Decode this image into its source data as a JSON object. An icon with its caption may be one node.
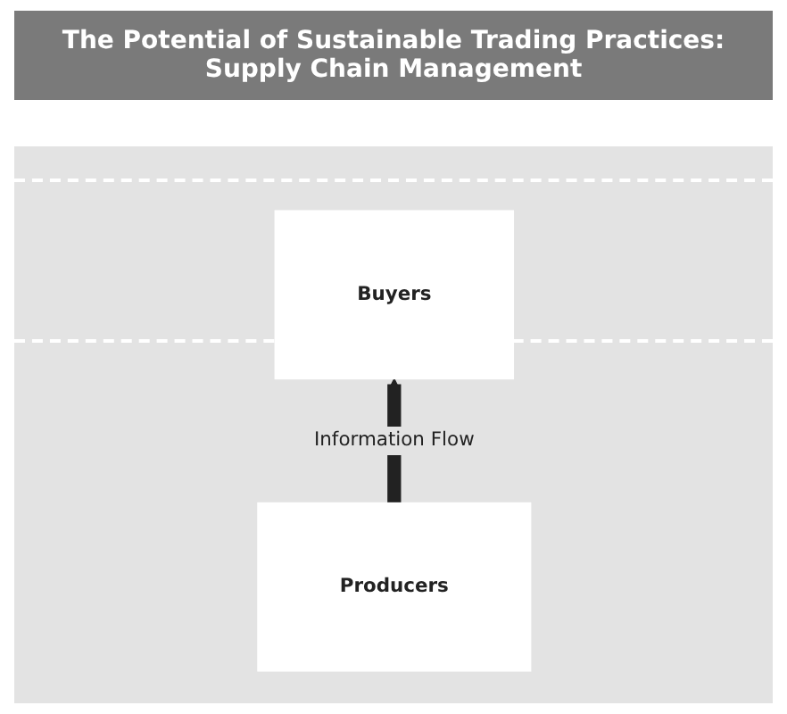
{
  "diagram": {
    "title": "The Potential of Sustainable Trading Practices: Supply Chain Management",
    "nodes": [
      {
        "text": [
          "Buyers"
        ]
      },
      {
        "text": [
          "Producers"
        ]
      }
    ],
    "edges": [
      {
        "from": 1,
        "to": 0,
        "arrow": "to",
        "label": "Information Flow"
      }
    ]
  }
}
